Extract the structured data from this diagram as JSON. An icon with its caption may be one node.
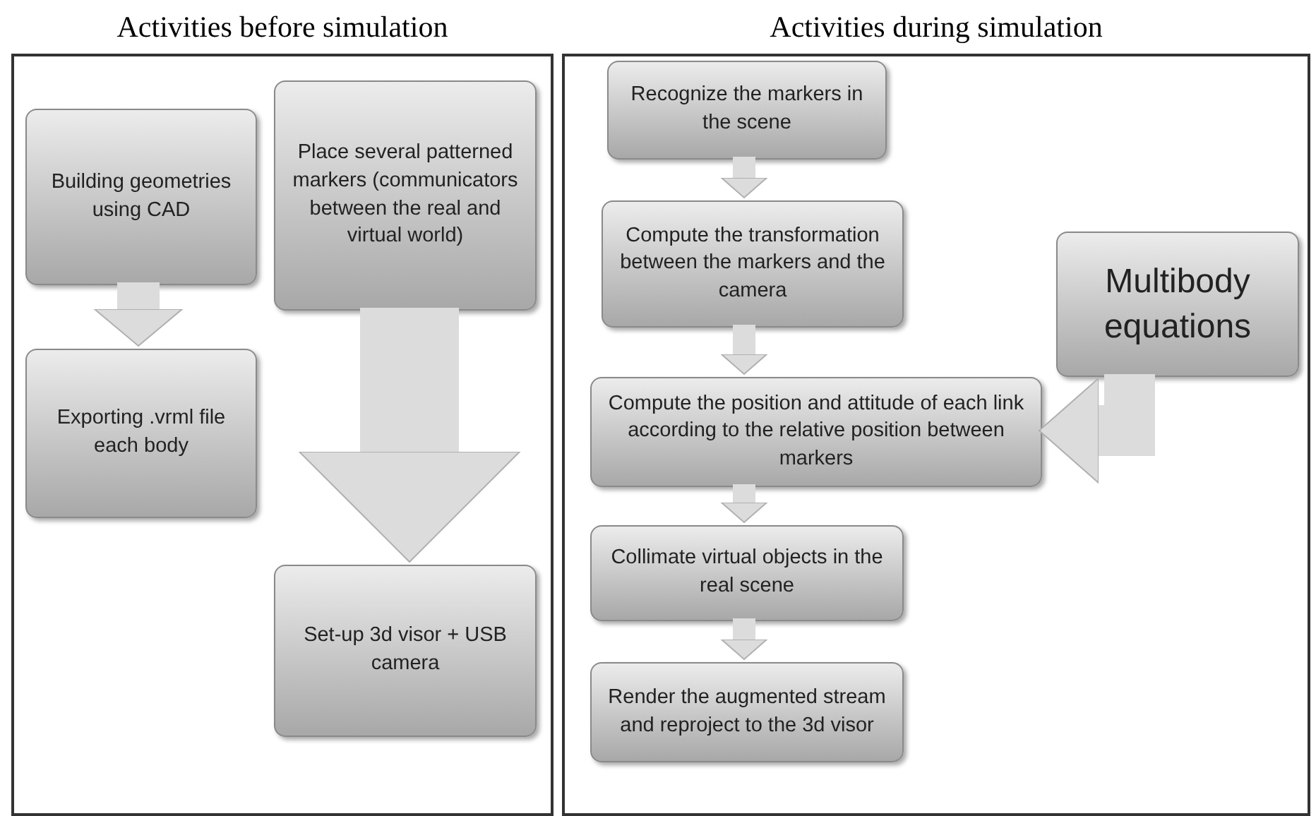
{
  "diagram": {
    "nodes": [
      {
        "text": [
          "Activities before simulation"
        ]
      },
      {
        "text": [
          "Building geometries using CAD"
        ],
        "in": 0
      },
      {
        "text": [
          "Place several patterned markers (communicators between the real and virtual world)"
        ],
        "in": 0
      },
      {
        "text": [
          "Exporting .vrml file each body"
        ],
        "in": 0
      },
      {
        "text": [
          "Set-up 3d visor + USB camera"
        ],
        "in": 0
      },
      {
        "text": [
          "Activities during simulation"
        ]
      },
      {
        "text": [
          "Recognize the markers in the scene"
        ],
        "in": 5
      },
      {
        "text": [
          "Compute the transformation between the markers and the camera"
        ],
        "in": 5
      },
      {
        "text": [
          "Multibody equations"
        ],
        "in": 5
      },
      {
        "text": [
          "Compute the position and attitude of each link according to the relative position between markers"
        ],
        "in": 5
      },
      {
        "text": [
          "Collimate virtual objects in the real scene"
        ],
        "in": 5
      },
      {
        "text": [
          "Render the augmented stream and reproject to the 3d visor"
        ],
        "in": 5
      }
    ],
    "edges": [
      {
        "from": 1,
        "to": 3,
        "arrow": "to",
        "style": "thick"
      },
      {
        "from": 2,
        "to": 4,
        "arrow": "to",
        "style": "thick"
      },
      {
        "from": 6,
        "to": 7,
        "arrow": "to"
      },
      {
        "from": 7,
        "to": 9,
        "arrow": "to"
      },
      {
        "from": 8,
        "to": 9,
        "arrow": "to",
        "style": "thick"
      },
      {
        "from": 9,
        "to": 10,
        "arrow": "to"
      },
      {
        "from": 10,
        "to": 11,
        "arrow": "to"
      }
    ]
  }
}
